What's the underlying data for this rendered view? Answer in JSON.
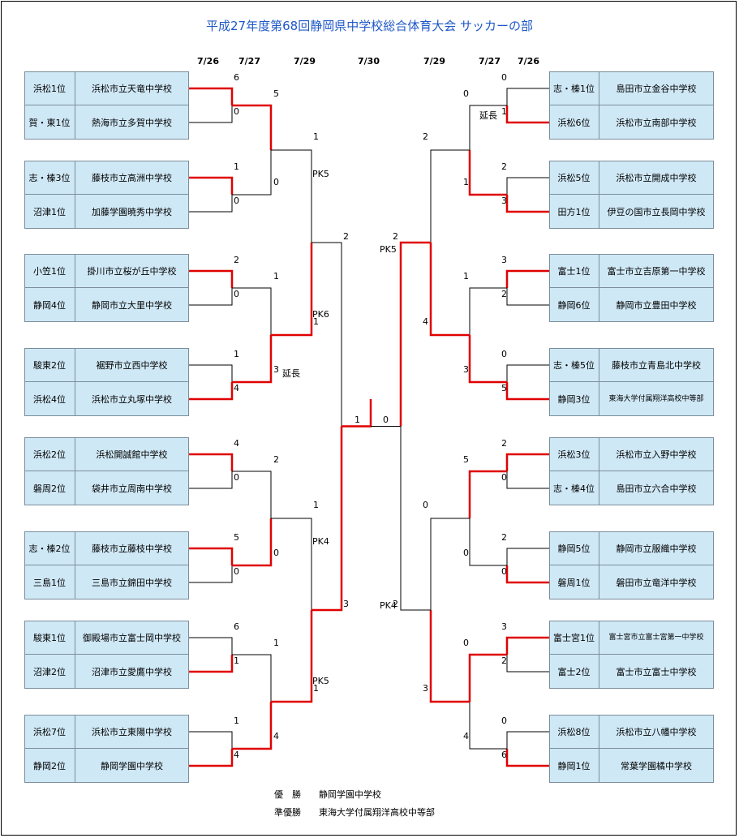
{
  "title": "平成27年度第68回静岡県中学校総合体育大会 サッカーの部",
  "dates": [
    "7/26",
    "7/27",
    "7/29",
    "7/30",
    "7/29",
    "7/27",
    "7/26"
  ],
  "left_teams": [
    {
      "rank": "浜松1位",
      "school": "浜松市立天竜中学校"
    },
    {
      "rank": "賀・東1位",
      "school": "熱海市立多賀中学校"
    },
    {
      "rank": "志・榛3位",
      "school": "藤枝市立高洲中学校"
    },
    {
      "rank": "沼津1位",
      "school": "加藤学園暁秀中学校"
    },
    {
      "rank": "小笠1位",
      "school": "掛川市立桜が丘中学校"
    },
    {
      "rank": "静岡4位",
      "school": "静岡市立大里中学校"
    },
    {
      "rank": "駿東2位",
      "school": "裾野市立西中学校"
    },
    {
      "rank": "浜松4位",
      "school": "浜松市立丸塚中学校"
    },
    {
      "rank": "浜松2位",
      "school": "浜松開誠館中学校"
    },
    {
      "rank": "磐周2位",
      "school": "袋井市立周南中学校"
    },
    {
      "rank": "志・榛2位",
      "school": "藤枝市立藤枝中学校"
    },
    {
      "rank": "三島1位",
      "school": "三島市立錦田中学校"
    },
    {
      "rank": "駿東1位",
      "school": "御殿場市立富士岡中学校"
    },
    {
      "rank": "沼津2位",
      "school": "沼津市立愛鷹中学校"
    },
    {
      "rank": "浜松7位",
      "school": "浜松市立東陽中学校"
    },
    {
      "rank": "静岡2位",
      "school": "静岡学園中学校"
    }
  ],
  "right_teams": [
    {
      "rank": "志・榛1位",
      "school": "島田市立金谷中学校"
    },
    {
      "rank": "浜松6位",
      "school": "浜松市立南部中学校"
    },
    {
      "rank": "浜松5位",
      "school": "浜松市立開成中学校"
    },
    {
      "rank": "田方1位",
      "school": "伊豆の国市立長岡中学校"
    },
    {
      "rank": "富士1位",
      "school": "富士市立吉原第一中学校"
    },
    {
      "rank": "静岡6位",
      "school": "静岡市立豊田中学校"
    },
    {
      "rank": "志・榛5位",
      "school": "藤枝市立青島北中学校"
    },
    {
      "rank": "静岡3位",
      "school": "東海大学付属翔洋高校中等部"
    },
    {
      "rank": "浜松3位",
      "school": "浜松市立入野中学校"
    },
    {
      "rank": "志・榛4位",
      "school": "島田市立六合中学校"
    },
    {
      "rank": "静岡5位",
      "school": "静岡市立服織中学校"
    },
    {
      "rank": "磐周1位",
      "school": "磐田市立竜洋中学校"
    },
    {
      "rank": "富士宮1位",
      "school": "富士宮市立富士宮第一中学校"
    },
    {
      "rank": "富士2位",
      "school": "富士市立富士中学校"
    },
    {
      "rank": "浜松8位",
      "school": "浜松市立八幡中学校"
    },
    {
      "rank": "静岡1位",
      "school": "常葉学園橘中学校"
    }
  ],
  "scores": {
    "L_r1": [
      "6",
      "0",
      "1",
      "0",
      "2",
      "0",
      "1",
      "4",
      "4",
      "0",
      "5",
      "0",
      "6",
      "1",
      "1",
      "4"
    ],
    "R_r1": [
      "0",
      "1",
      "2",
      "3",
      "3",
      "2",
      "0",
      "5",
      "2",
      "0",
      "2",
      "0",
      "3",
      "2",
      "0",
      "6"
    ],
    "L_r2": [
      "5",
      "0",
      "1",
      "3",
      "2",
      "0",
      "1",
      "4"
    ],
    "R_r2": [
      "0",
      "1",
      "1",
      "3",
      "5",
      "0",
      "0",
      "4"
    ],
    "L_qf": [
      "1",
      "1",
      "1",
      "1"
    ],
    "R_qf": [
      "2",
      "4",
      "0",
      "3"
    ],
    "L_sf": [
      "2",
      "3"
    ],
    "R_sf": [
      "2",
      "2"
    ],
    "final": [
      "1",
      "0"
    ]
  },
  "notes": {
    "enchou": "延長",
    "pk5": "PK5",
    "pk6": "PK6",
    "pk4": "PK4"
  },
  "result": {
    "champion_label": "優　勝",
    "champion": "静岡学園中学校",
    "runnerup_label": "準優勝",
    "runnerup": "東海大学付属翔洋高校中等部"
  },
  "colors": {
    "title": "#1f58c8",
    "win_line": "#e00000",
    "box_fill": "#cfe8f6"
  }
}
